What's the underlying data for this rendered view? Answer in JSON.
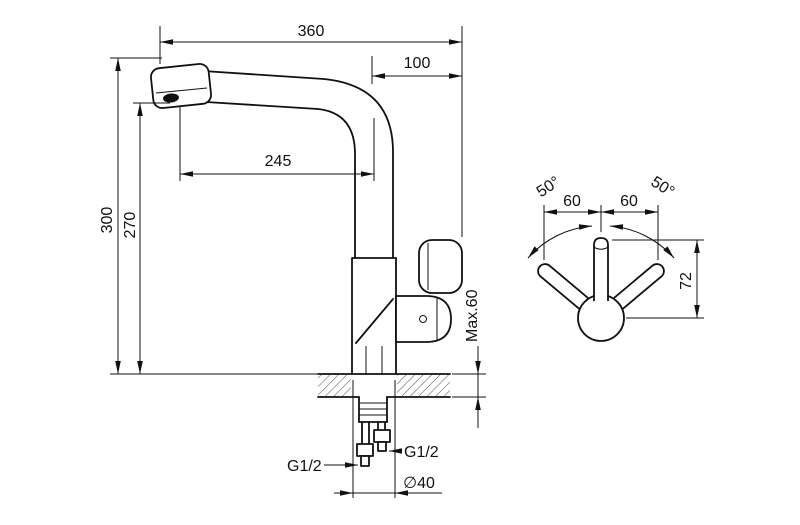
{
  "main_view": {
    "dim_width_total": "360",
    "dim_spout_to_handle": "100",
    "dim_spout_reach": "245",
    "dim_height_total": "300",
    "dim_height_spout": "270",
    "dim_mount_thickness": "Max.60",
    "dim_thread_right": "G1/2",
    "dim_thread_left": "G1/2",
    "dim_base_diameter": "∅40"
  },
  "handle_view": {
    "dim_swing_left": "50°",
    "dim_swing_right": "50°",
    "dim_offset_left": "60",
    "dim_offset_right": "60",
    "dim_handle_height": "72"
  }
}
